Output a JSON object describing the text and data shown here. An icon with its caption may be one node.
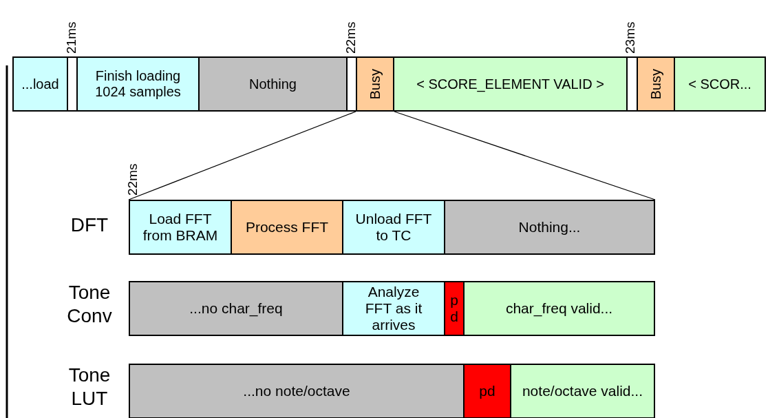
{
  "diagram": {
    "nodes": [
      {
        "text": [
          "...load"
        ]
      },
      {
        "text": [],
        "shape": "box"
      },
      {
        "text": [
          "Finish loading 1024 samples"
        ]
      },
      {
        "text": [
          "Nothing"
        ]
      },
      {
        "text": [],
        "shape": "box"
      },
      {
        "text": [
          "Busy"
        ]
      },
      {
        "text": [
          "< SCORE_ELEMENT VALID >"
        ]
      },
      {
        "text": [],
        "shape": "box"
      },
      {
        "text": [
          "Busy"
        ]
      },
      {
        "text": [
          "< SCOR..."
        ]
      },
      {
        "text": [
          "Load FFT from BRAM"
        ]
      },
      {
        "text": [
          "Process FFT"
        ]
      },
      {
        "text": [
          "Unload FFT to TC"
        ]
      },
      {
        "text": [
          "Nothing..."
        ]
      },
      {
        "text": [
          "...no char_freq"
        ]
      },
      {
        "text": [
          "Analyze FFT as it arrives"
        ]
      },
      {
        "text": [
          "pd"
        ]
      },
      {
        "text": [
          "char_freq valid..."
        ]
      },
      {
        "text": [
          "...no note/octave"
        ]
      },
      {
        "text": [
          "pd"
        ]
      },
      {
        "text": [
          "note/octave valid..."
        ]
      }
    ],
    "edges": [
      {
        "from": 5,
        "to": 10,
        "arrow": "none"
      },
      {
        "from": 5,
        "to": 13,
        "arrow": "none"
      }
    ],
    "labels": [
      "21ms",
      "22ms",
      "23ms",
      "22ms",
      "DFT",
      "Tone Conv",
      "Tone LUT"
    ]
  }
}
